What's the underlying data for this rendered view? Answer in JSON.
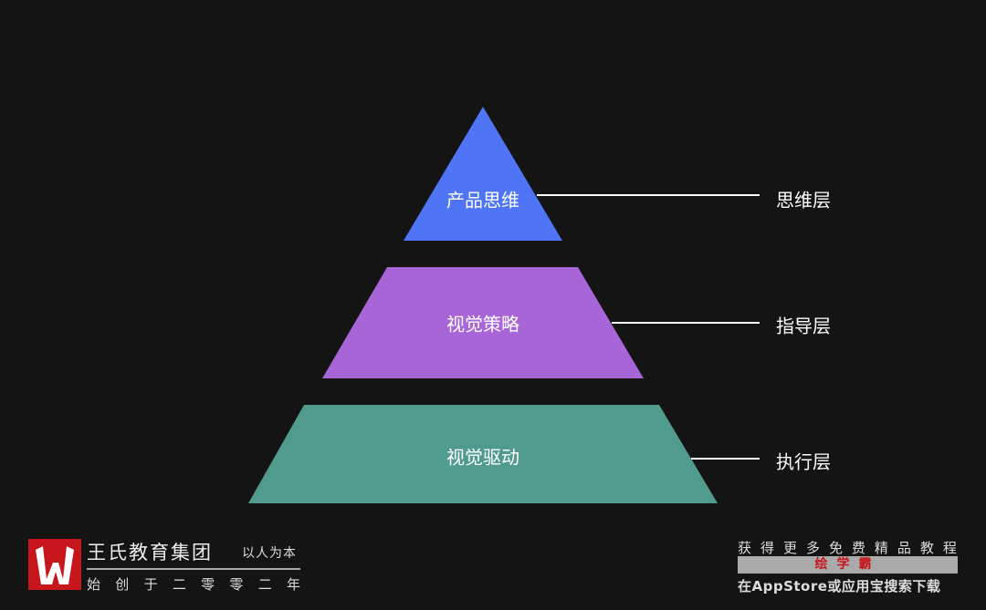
{
  "pyramid": {
    "levels": [
      {
        "label": "产品思维",
        "layer": "思维层",
        "color": "#4f74f5"
      },
      {
        "label": "视觉策略",
        "layer": "指导层",
        "color": "#a765d8"
      },
      {
        "label": "视觉驱动",
        "layer": "执行层",
        "color": "#519a8e"
      }
    ]
  },
  "watermark": {
    "brand": "王氏教育集团",
    "motto": "以人为本",
    "since": [
      "始",
      "创",
      "于",
      "二",
      "零",
      "零",
      "二",
      "年"
    ],
    "promo_line1": [
      "获",
      "得",
      "更",
      "多",
      "免",
      "费",
      "精",
      "品",
      "教",
      "程"
    ],
    "promo_app": "绘学霸",
    "promo_line3": "在AppStore或应用宝搜索下载"
  }
}
